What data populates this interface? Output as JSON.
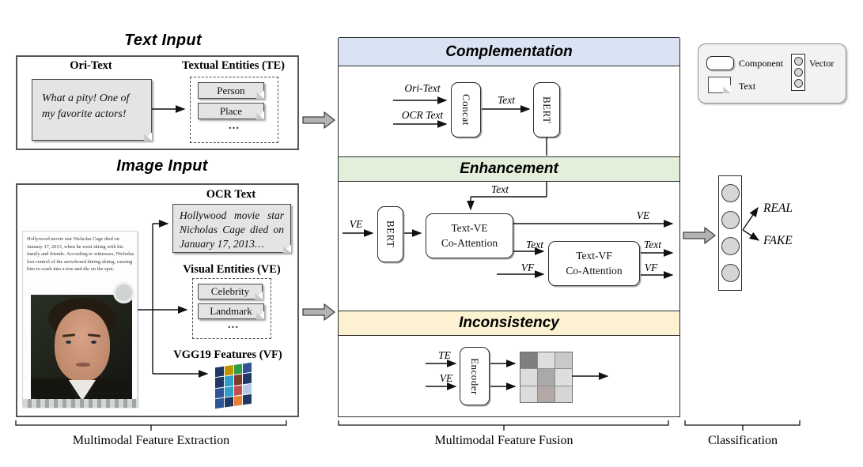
{
  "left": {
    "text_input_title": "Text Input",
    "image_input_title": "Image Input",
    "ori_text_label": "Ori-Text",
    "ori_text_content": "What a pity!  One of my favorite actors!",
    "te_label": "Textual Entities (TE)",
    "te_items": [
      "Person",
      "Place"
    ],
    "te_more": "…",
    "news_text": "Hollywood movie star Nicholas Cage died on January 17, 2013, when he went skiing with his family and friends. According to witnesses, Nicholas lost control of the snowboard during skiing, causing him to crash into a tree and die on the spot.",
    "ocr_label": "OCR Text",
    "ocr_content": "Hollywood movie star Nicholas Cage died on January 17, 2013…",
    "ve_label": "Visual Entities (VE)",
    "ve_items": [
      "Celebrity",
      "Landmark"
    ],
    "ve_more": "…",
    "vgg_label": "VGG19 Features (VF)",
    "vgg_colors": [
      [
        "#1f3864",
        "#bf9000",
        "#2e9e44",
        "#2f5597"
      ],
      [
        "#1f3864",
        "#2e9dc9",
        "#7f3b2a",
        "#1f3864"
      ],
      [
        "#2f5597",
        "#2e9dc9",
        "#c0504d",
        "#b4c7e7"
      ],
      [
        "#2f5597",
        "#1f3864",
        "#ed7d31",
        "#1f3864"
      ]
    ]
  },
  "fusion": {
    "complementation": {
      "title": "Complementation",
      "header_color": "#dae3f3",
      "in1": "Ori-Text",
      "in2": "OCR Text",
      "concat": "Concat",
      "out": "Text",
      "bert": "BERT"
    },
    "enhancement": {
      "title": "Enhancement",
      "header_color": "#e3efdb",
      "text_in": "Text",
      "ve_in": "VE",
      "bert": "BERT",
      "coattn1_line1": "Text-VE",
      "coattn1_line2": "Co-Attention",
      "ve_out": "VE",
      "text_mid": "Text",
      "vf_in": "VF",
      "coattn2_line1": "Text-VF",
      "coattn2_line2": "Co-Attention",
      "text_out": "Text",
      "vf_out": "VF"
    },
    "inconsistency": {
      "title": "Inconsistency",
      "header_color": "#fcf2d2",
      "te_in": "TE",
      "ve_in": "VE",
      "encoder": "Encoder",
      "matrix_cells": [
        [
          "#7f7f7f",
          "#dedede",
          "#c9c9c9"
        ],
        [
          "#dcdcdc",
          "#a9a9a9",
          "#dedede"
        ],
        [
          "#dcdcdc",
          "#b2a9a6",
          "#d6d6d6"
        ]
      ]
    }
  },
  "legend": {
    "component": "Component",
    "text": "Text",
    "vector": "Vector"
  },
  "classification": {
    "real": "REAL",
    "fake": "FAKE"
  },
  "footer": {
    "extraction": "Multimodal  Feature  Extraction",
    "fusion": "Multimodal  Feature  Fusion",
    "classification": "Classification"
  }
}
